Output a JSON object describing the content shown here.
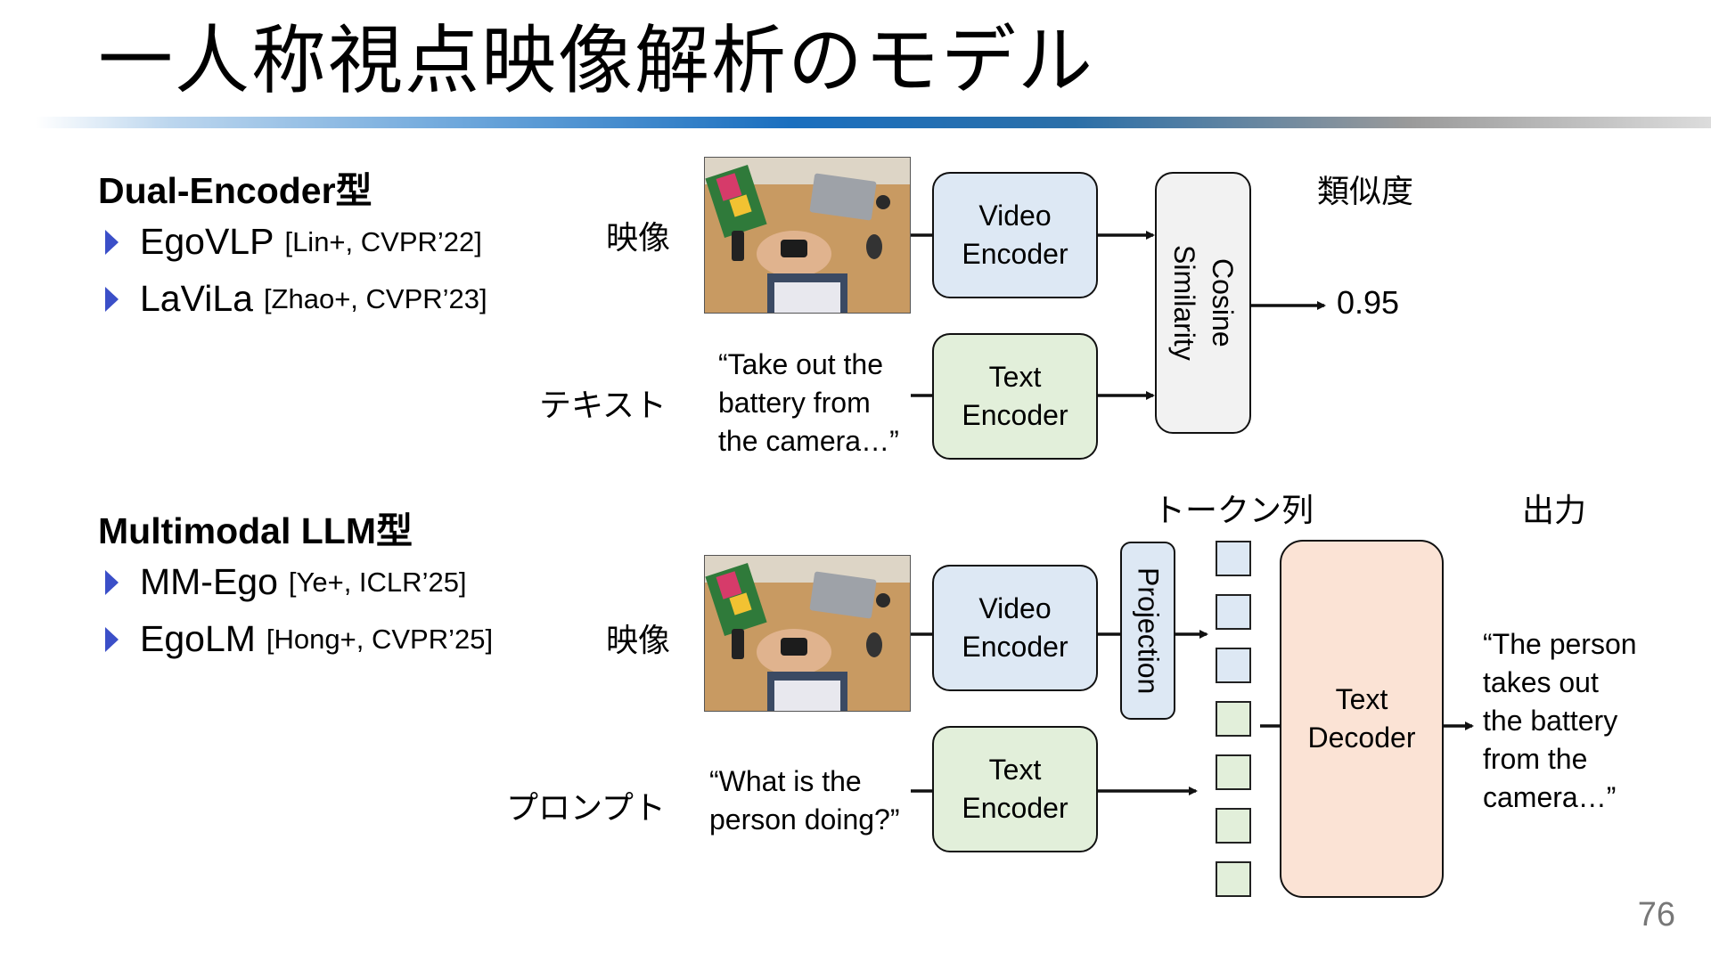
{
  "title": "一人称視点映像解析のモデル",
  "page_number": "76",
  "colors": {
    "video_encoder": "#dde8f4",
    "text_encoder": "#e2efda",
    "similarity": "#f2f2f2",
    "decoder": "#fbe3d5",
    "bullet": "#3b4fc8"
  },
  "dual": {
    "heading": "Dual-Encoder型",
    "items": [
      {
        "name": "EgoVLP",
        "ref": "[Lin+, CVPR’22]"
      },
      {
        "name": "LaViLa",
        "ref": "[Zhao+, CVPR’23]"
      }
    ],
    "video_label": "映像",
    "text_label": "テキスト",
    "text_input": [
      "“Take out the",
      "battery from",
      "the camera…”"
    ],
    "video_encoder": [
      "Video",
      "Encoder"
    ],
    "text_encoder": [
      "Text",
      "Encoder"
    ],
    "similarity_box": [
      "Cosine",
      "Similarity"
    ],
    "similarity_label": "類似度",
    "score": "0.95"
  },
  "mllm": {
    "heading": "Multimodal LLM型",
    "items": [
      {
        "name": "MM-Ego",
        "ref": "[Ye+, ICLR’25]"
      },
      {
        "name": "EgoLM",
        "ref": "[Hong+, CVPR’25]"
      }
    ],
    "video_label": "映像",
    "prompt_label": "プロンプト",
    "prompt_input": [
      "“What is the",
      "person doing?”"
    ],
    "video_encoder": [
      "Video",
      "Encoder"
    ],
    "text_encoder": [
      "Text",
      "Encoder"
    ],
    "projection": "Projection",
    "token_label": "トークン列",
    "decoder": [
      "Text",
      "Decoder"
    ],
    "output_label": "出力",
    "output_text": [
      "“The person",
      "takes out",
      "the battery",
      "from the",
      "camera…”"
    ],
    "tokens": [
      "video",
      "video",
      "video",
      "text",
      "text",
      "text",
      "text"
    ]
  }
}
